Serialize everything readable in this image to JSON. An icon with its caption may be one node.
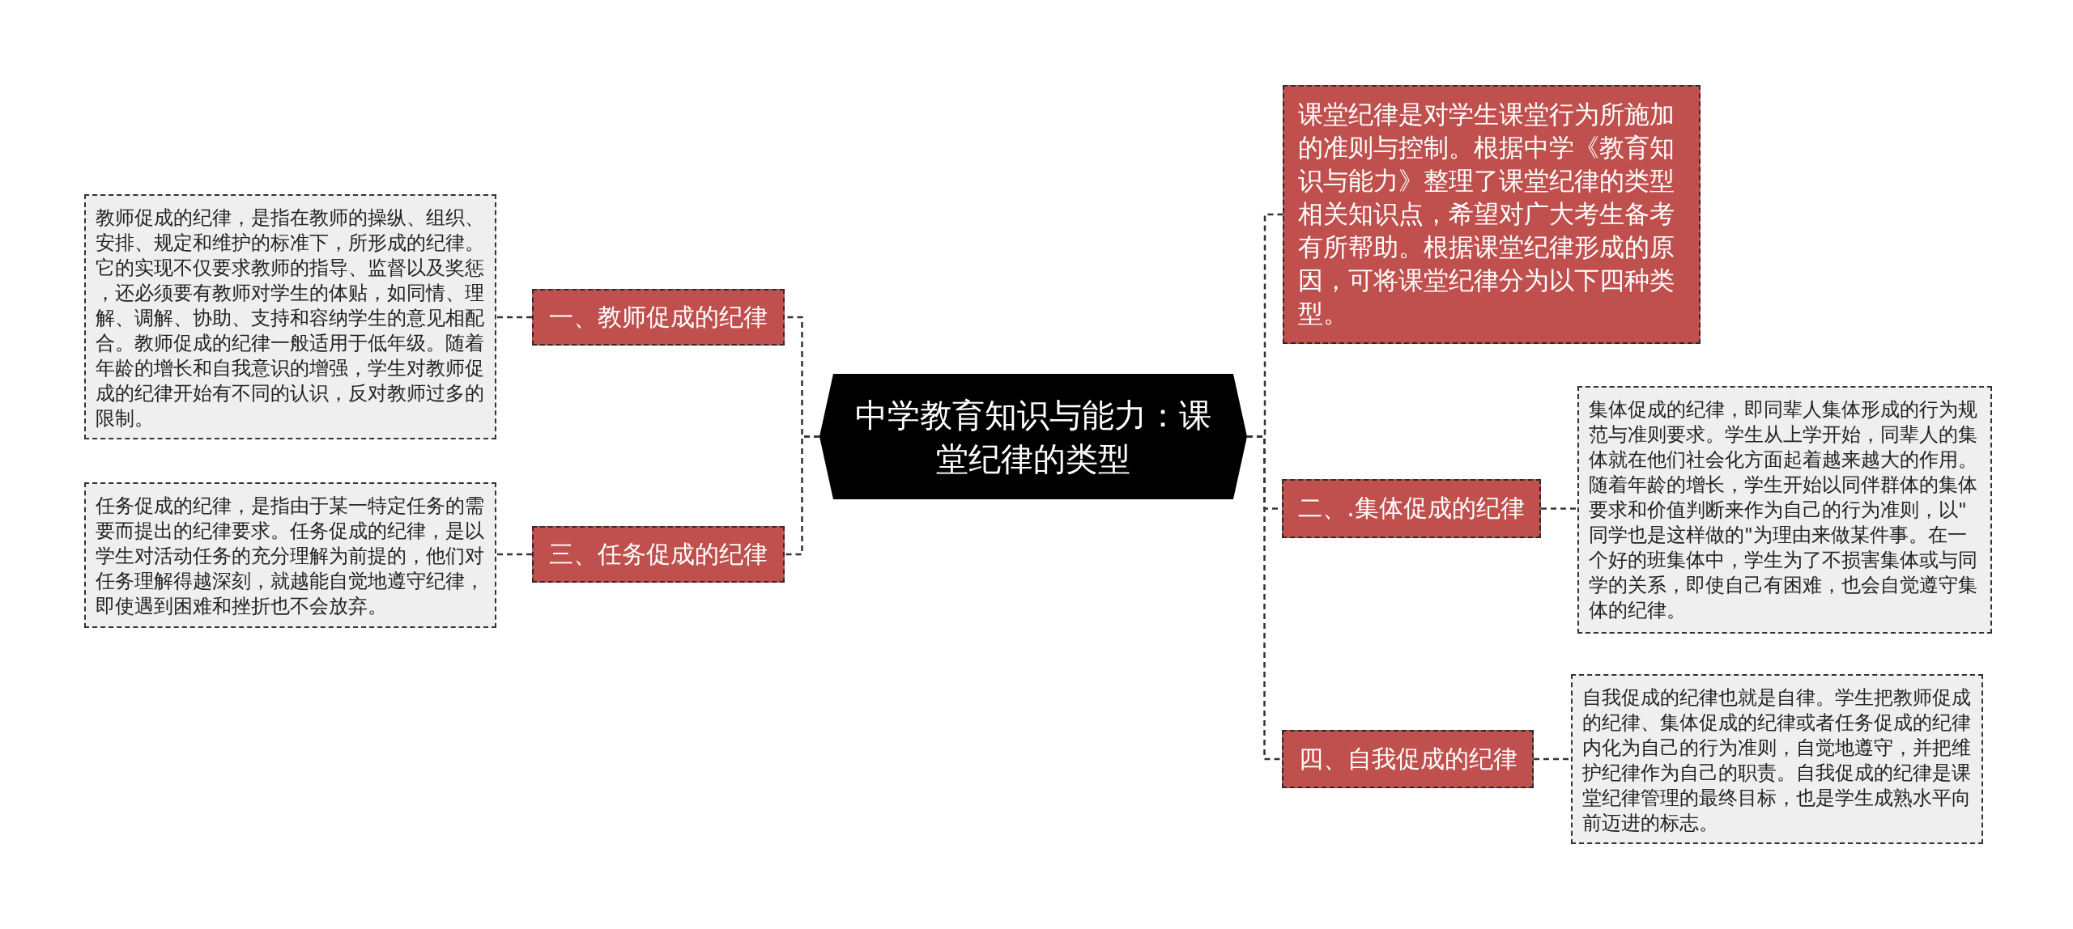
{
  "diagram": {
    "nodes": [
      {
        "text": [
          "中学教育知识与能力：课堂纪律的类型"
        ]
      },
      {
        "text": [
          "一、教师促成的纪律"
        ]
      },
      {
        "text": [
          "教师促成的纪律，是指在教师的操纵、组织、安排、规定和维护的标准下，所形成的纪律。它的实现不仅要求教师的指导、监督以及奖惩，还必须要有教师对学生的体贴，如同情、理解、调解、协助、支持和容纳学生的意见相配合。教师促成的纪律一般适用于低年级。随着年龄的增长和自我意识的增强，学生对教师促成的纪律开始有不同的认识，反对教师过多的限制。"
        ]
      },
      {
        "text": [
          "三、任务促成的纪律"
        ]
      },
      {
        "text": [
          "任务促成的纪律，是指由于某一特定任务的需要而提出的纪律要求。任务促成的纪律，是以学生对活动任务的充分理解为前提的，他们对任务理解得越深刻，就越能自觉地遵守纪律，即使遇到困难和挫折也不会放弃。"
        ]
      },
      {
        "text": [
          "课堂纪律是对学生课堂行为所施加的准则与控制。根据中学《教育知识与能力》整理了课堂纪律的类型相关知识点，希望对广大考生备考有所帮助。根据课堂纪律形成的原因，可将课堂纪律分为以下四种类型。"
        ]
      },
      {
        "text": [
          "二、.集体促成的纪律"
        ]
      },
      {
        "text": [
          "集体促成的纪律，即同辈人集体形成的行为规范与准则要求。学生从上学开始，同辈人的集体就在他们社会化方面起着越来越大的作用。随着年龄的增长，学生开始以同伴群体的集体要求和价值判断来作为自己的行为准则，以\"同学也是这样做的\"为理由来做某件事。在一个好的班集体中，学生为了不损害集体或与同学的关系，即使自己有困难，也会自觉遵守集体的纪律。"
        ]
      },
      {
        "text": [
          "四、自我促成的纪律"
        ]
      },
      {
        "text": [
          "自我促成的纪律也就是自律。学生把教师促成的纪律、集体促成的纪律或者任务促成的纪律内化为自己的行为准则，自觉地遵守，并把维护纪律作为自己的职责。自我促成的纪律是课堂纪律管理的最终目标，也是学生成熟水平向前迈进的标志。"
        ]
      }
    ],
    "edges": [
      {
        "from": 0,
        "to": 1,
        "arrow": "none",
        "style": "dashed"
      },
      {
        "from": 1,
        "to": 2,
        "arrow": "none",
        "style": "dashed"
      },
      {
        "from": 0,
        "to": 3,
        "arrow": "none",
        "style": "dashed"
      },
      {
        "from": 3,
        "to": 4,
        "arrow": "none",
        "style": "dashed"
      },
      {
        "from": 0,
        "to": 5,
        "arrow": "none",
        "style": "dashed"
      },
      {
        "from": 0,
        "to": 6,
        "arrow": "none",
        "style": "dashed"
      },
      {
        "from": 6,
        "to": 7,
        "arrow": "none",
        "style": "dashed"
      },
      {
        "from": 0,
        "to": 8,
        "arrow": "none",
        "style": "dashed"
      },
      {
        "from": 8,
        "to": 9,
        "arrow": "none",
        "style": "dashed"
      }
    ]
  }
}
